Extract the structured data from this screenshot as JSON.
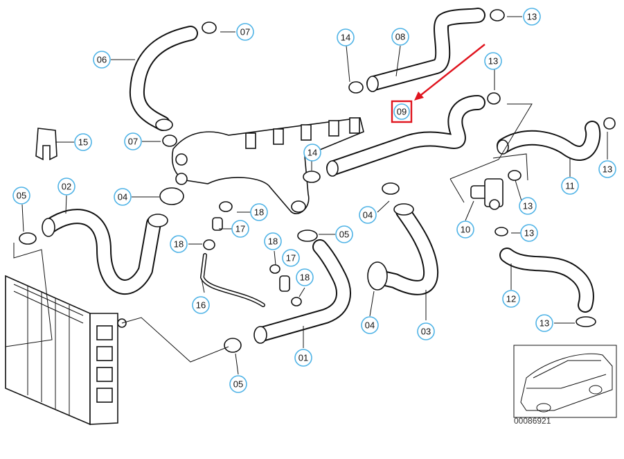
{
  "callouts": {
    "c01": "01",
    "c02": "02",
    "c03": "03",
    "c04a": "04",
    "c04b": "04",
    "c04c": "04",
    "c05a": "05",
    "c05b": "05",
    "c05c": "05",
    "c06": "06",
    "c07a": "07",
    "c07b": "07",
    "c08": "08",
    "c09": "09",
    "c10": "10",
    "c11": "11",
    "c12": "12",
    "c13a": "13",
    "c13b": "13",
    "c13c": "13",
    "c13d": "13",
    "c13e": "13",
    "c13f": "13",
    "c14a": "14",
    "c14b": "14",
    "c15": "15",
    "c16": "16",
    "c17a": "17",
    "c17b": "17",
    "c18a": "18",
    "c18b": "18",
    "c18c": "18",
    "c18d": "18"
  },
  "reference_code": "00086921",
  "colors": {
    "callout_ring": "#4fb3e6",
    "highlight": "#e0141e",
    "line": "#111111"
  }
}
